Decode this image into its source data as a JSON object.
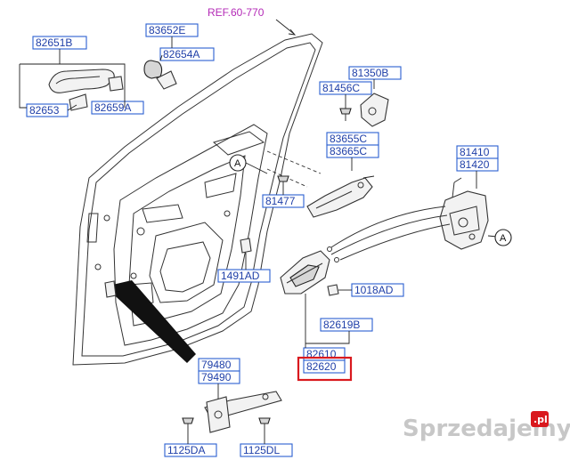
{
  "reference": "REF.60-770",
  "labels": {
    "l82651B": "82651B",
    "l82653": "82653",
    "l82659A": "82659A",
    "l83652E": "83652E",
    "l82654A": "82654A",
    "l81350B": "81350B",
    "l81456C": "81456C",
    "l83655C": "83655C",
    "l83665C": "83665C",
    "l81410": "81410",
    "l81420": "81420",
    "l81477": "81477",
    "l1491AD": "1491AD",
    "l1018AD": "1018AD",
    "l82619B": "82619B",
    "l82610": "82610",
    "l82620": "82620",
    "l79480": "79480",
    "l79490": "79490",
    "l1125DA": "1125DA",
    "l1125DL": "1125DL"
  },
  "callouts": {
    "a1": "A",
    "a2": "A"
  },
  "highlighted_part": "82620",
  "colors": {
    "label_blue": "#1f3fa8",
    "ref_magenta": "#b42bb7",
    "highlight_red": "#d9191e"
  },
  "watermark": {
    "text": "Sprzedajemy",
    "badge": ".pl"
  }
}
